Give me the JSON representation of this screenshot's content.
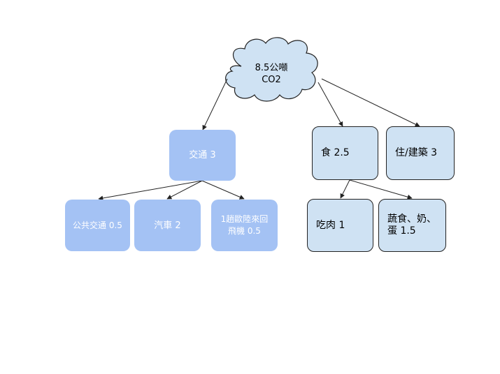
{
  "diagram": {
    "root": {
      "label": "8.5公噸\nCO2"
    },
    "transport": {
      "label": "交通 3",
      "children": [
        {
          "label": "公共交通 0.5"
        },
        {
          "label": "汽車 2"
        },
        {
          "label": "1趟歐陸來回\n飛機 0.5"
        }
      ]
    },
    "food": {
      "label": "食 2.5",
      "children": [
        {
          "label": "吃肉 1"
        },
        {
          "label": "蔬食、奶、\n蛋 1.5"
        }
      ]
    },
    "housing": {
      "label": "住/建築 3"
    }
  },
  "colors": {
    "solid_fill": "#a4c2f4",
    "outline_fill": "#cfe2f3",
    "cloud_fill": "#cfe2f3",
    "stroke": "#222222"
  }
}
